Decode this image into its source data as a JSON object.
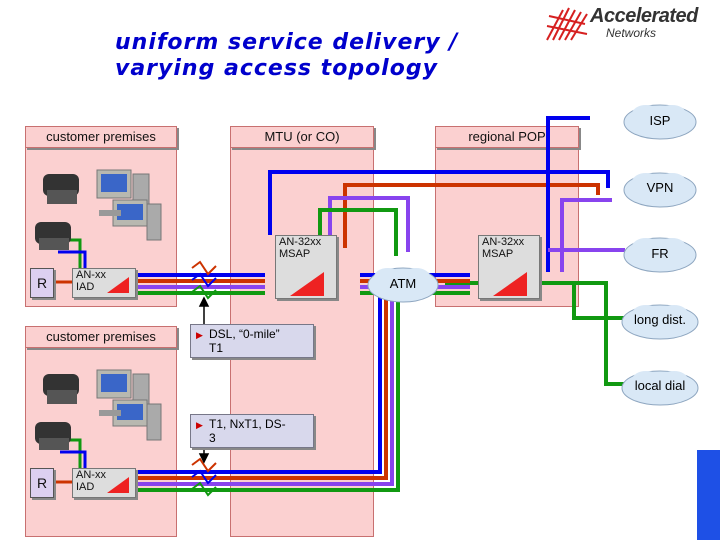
{
  "title": {
    "line1": "uniform service delivery /",
    "line2": "varying access topology"
  },
  "logo": {
    "word": "Accelerated",
    "sub": "Networks"
  },
  "panels": {
    "customer_premises_top": "customer premises",
    "mtu": "MTU (or CO)",
    "regional_pop": "regional POP",
    "customer_premises_bottom": "customer premises"
  },
  "devices": {
    "msap_mtu": {
      "line1": "AN-32xx",
      "line2": "MSAP"
    },
    "msap_pop": {
      "line1": "AN-32xx",
      "line2": "MSAP"
    },
    "iad_top": {
      "line1": "AN-xx",
      "line2": "IAD"
    },
    "iad_bottom": {
      "line1": "AN-xx",
      "line2": "IAD"
    },
    "router_top": "R",
    "router_bottom": "R"
  },
  "clouds": {
    "isp": "ISP",
    "vpn": "VPN",
    "fr": "FR",
    "atm": "ATM",
    "long_dist": "long dist.",
    "local_dial": "local dial"
  },
  "links": {
    "dsl": {
      "line1": "DSL, “0-mile”",
      "line2": "T1"
    },
    "t1": {
      "line1": "T1, NxT1, DS-",
      "line2": "3"
    }
  },
  "colors": {
    "title": "#0000cc",
    "panel": "#fbd0d0",
    "blue_line": "#0000ee",
    "red_line": "#cc3300",
    "purple_line": "#8844ee",
    "green_line": "#119911"
  }
}
